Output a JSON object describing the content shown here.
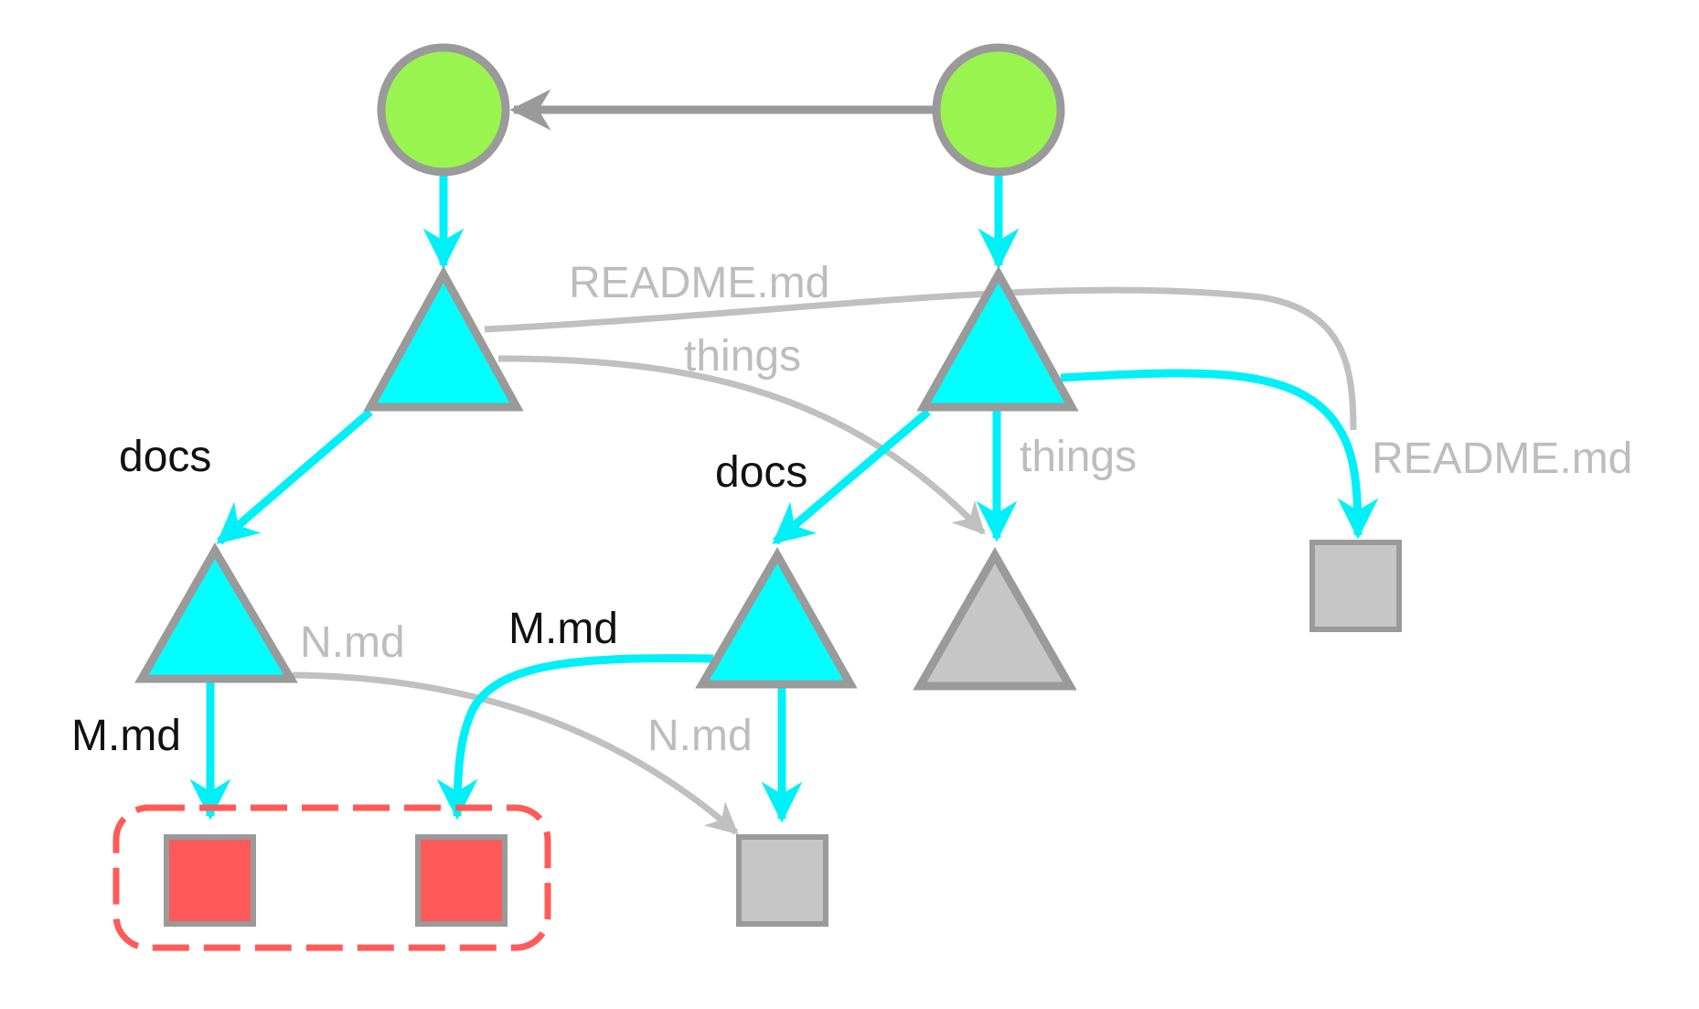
{
  "colors": {
    "commit_fill": "#99f44f",
    "tree_fill": "#00ffff",
    "inactive_fill": "#c6c6c6",
    "highlight_fill": "#ff5a5a",
    "node_stroke": "#9a9a9a",
    "active_edge": "#00f0f8",
    "inactive_edge": "#c0c0c0",
    "parent_edge": "#9a9a9a",
    "highlight_border": "#ff5a5a"
  },
  "edge_labels": {
    "left_tree_docs": "docs",
    "left_tree_readme": "README.md",
    "left_tree_things": "things",
    "right_tree_docs": "docs",
    "right_tree_things": "things",
    "right_tree_readme": "README.md",
    "left_docs_mmd": "M.md",
    "left_docs_nmd": "N.md",
    "right_docs_mmd": "M.md",
    "right_docs_nmd": "N.md"
  }
}
